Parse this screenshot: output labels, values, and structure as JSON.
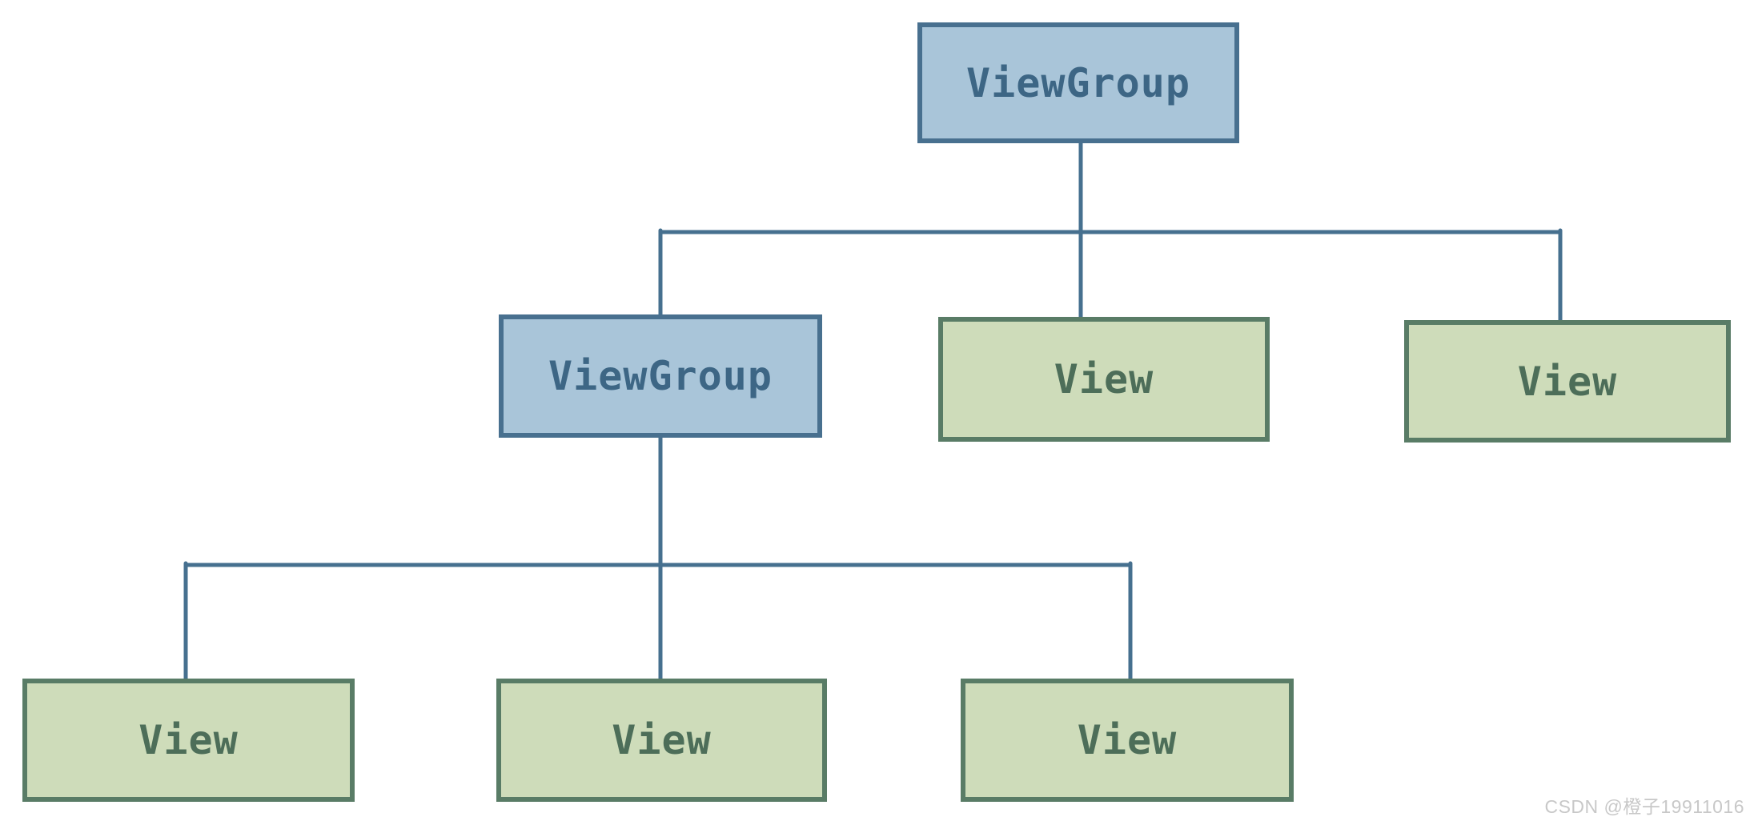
{
  "diagram": {
    "type": "tree",
    "subject": "android-view-hierarchy",
    "nodes": [
      {
        "id": "root",
        "label": "ViewGroup",
        "kind": "viewgroup",
        "level": 1
      },
      {
        "id": "child-viewgroup",
        "label": "ViewGroup",
        "kind": "viewgroup",
        "level": 2
      },
      {
        "id": "child-view-middle",
        "label": "View",
        "kind": "view",
        "level": 2
      },
      {
        "id": "child-view-right",
        "label": "View",
        "kind": "view",
        "level": 2
      },
      {
        "id": "grandchild-view-left",
        "label": "View",
        "kind": "view",
        "level": 3
      },
      {
        "id": "grandchild-view-middle",
        "label": "View",
        "kind": "view",
        "level": 3
      },
      {
        "id": "grandchild-view-right",
        "label": "View",
        "kind": "view",
        "level": 3
      }
    ],
    "edges": [
      {
        "from": "root",
        "to": "child-viewgroup"
      },
      {
        "from": "root",
        "to": "child-view-middle"
      },
      {
        "from": "root",
        "to": "child-view-right"
      },
      {
        "from": "child-viewgroup",
        "to": "grandchild-view-left"
      },
      {
        "from": "child-viewgroup",
        "to": "grandchild-view-middle"
      },
      {
        "from": "child-viewgroup",
        "to": "grandchild-view-right"
      }
    ],
    "colors": {
      "viewgroup_fill": "#a9c5d9",
      "viewgroup_border": "#48708f",
      "viewgroup_text": "#3d6685",
      "view_fill": "#cedcba",
      "view_border": "#597c66",
      "view_text": "#4d6e59",
      "connector": "#46708f",
      "background": "#ffffff"
    }
  },
  "watermark": {
    "text": "CSDN @橙子19911016",
    "color": "#c8c8c8"
  }
}
